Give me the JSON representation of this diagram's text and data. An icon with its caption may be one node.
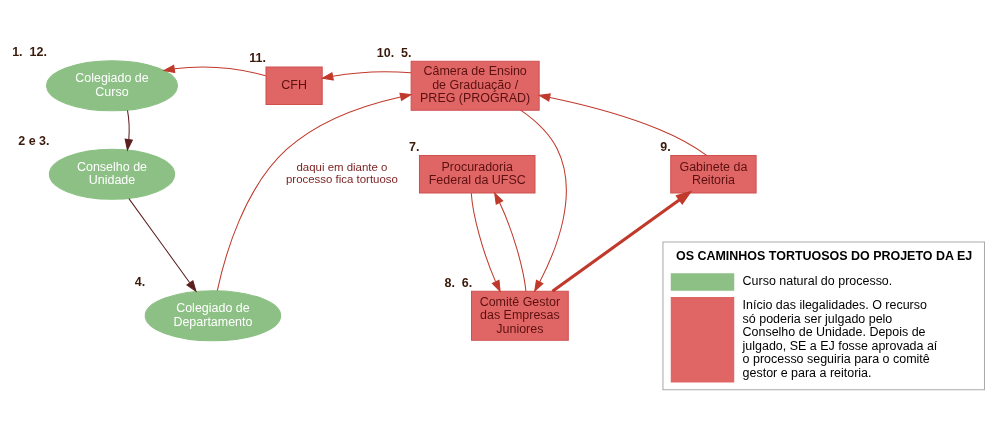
{
  "diagram": {
    "nodes": [
      {
        "text": [
          "Colegiado de Curso"
        ],
        "beside": [
          "1.",
          "12."
        ]
      },
      {
        "text": [
          "Conselho de Unidade"
        ],
        "beside": [
          "2 e 3."
        ]
      },
      {
        "text": [
          "Colegiado de Departamento"
        ],
        "beside": [
          "4."
        ]
      },
      {
        "text": [
          "Câmera de Ensino de Graduação / PREG (PROGRAD)"
        ],
        "beside": [
          "10.",
          "5."
        ]
      },
      {
        "text": [
          "CFH"
        ],
        "beside": [
          "11."
        ]
      },
      {
        "text": [
          "Gabinete da Reitoria"
        ],
        "beside": [
          "9."
        ]
      },
      {
        "text": [
          "Procuradoria Federal da UFSC"
        ],
        "beside": [
          "7."
        ]
      },
      {
        "text": [
          "Comitê Gestor das Empresas Juniores"
        ],
        "beside": [
          "8.",
          "6."
        ]
      }
    ],
    "edges": [
      {
        "from": 0,
        "to": 1,
        "arrow": "to",
        "color": "#5c1f1f"
      },
      {
        "from": 1,
        "to": 2,
        "arrow": "to",
        "color": "#5c1f1f"
      },
      {
        "from": 2,
        "to": 3,
        "arrow": "to",
        "label": "daqui em diante o processo fica tortuoso"
      },
      {
        "from": 3,
        "to": 7,
        "arrow": "to"
      },
      {
        "from": 7,
        "to": 6,
        "arrow": "to"
      },
      {
        "from": 6,
        "to": 7,
        "arrow": "to"
      },
      {
        "from": 7,
        "to": 5,
        "arrow": "to",
        "style": "thick"
      },
      {
        "from": 5,
        "to": 3,
        "arrow": "to"
      },
      {
        "from": 3,
        "to": 4,
        "arrow": "to"
      },
      {
        "from": 4,
        "to": 0,
        "arrow": "to"
      }
    ],
    "labels": [
      "OS CAMINHOS TORTUOSOS DO PROJETO DA EJ"
    ],
    "legend": [
      {
        "text": "Curso natural do processo.",
        "color": "#8cc084"
      },
      {
        "text": "Início das ilegalidades. O recurso só poderia ser julgado pelo Conselho de Unidade. Depois de julgado, SE a EJ fosse aprovada aí o processo seguiria para o comitê gestor e para a reitoria.",
        "color": "#e06666"
      }
    ]
  }
}
